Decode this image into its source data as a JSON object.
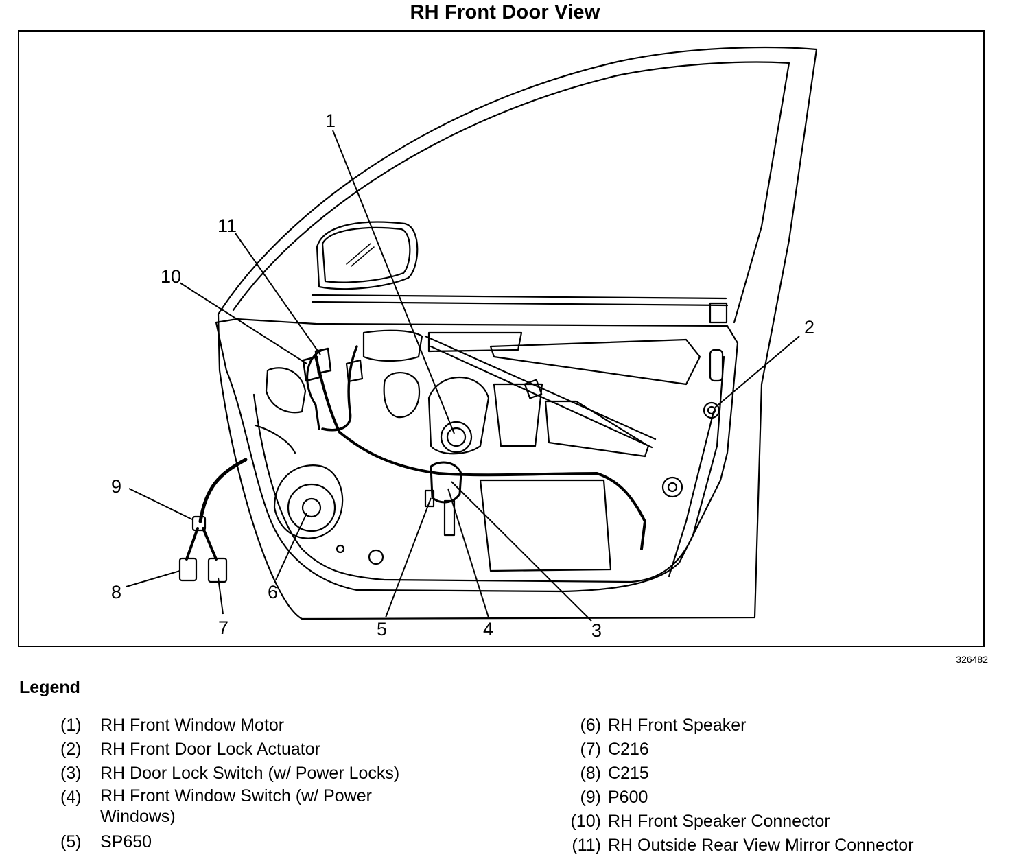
{
  "title": "RH Front Door View",
  "figure_id": "326482",
  "callouts": [
    "1",
    "2",
    "3",
    "4",
    "5",
    "6",
    "7",
    "8",
    "9",
    "10",
    "11"
  ],
  "legend": {
    "heading": "Legend",
    "left": [
      {
        "num": "(1)",
        "text": "RH Front Window Motor"
      },
      {
        "num": "(2)",
        "text": "RH Front Door Lock Actuator"
      },
      {
        "num": "(3)",
        "text": "RH Door Lock Switch (w/ Power Locks)"
      },
      {
        "num": "(4)",
        "text": "RH Front Window Switch (w/ Power Windows)"
      },
      {
        "num": "(5)",
        "text": "SP650"
      }
    ],
    "right": [
      {
        "num": "(6)",
        "text": "RH Front Speaker"
      },
      {
        "num": "(7)",
        "text": "C216"
      },
      {
        "num": "(8)",
        "text": "C215"
      },
      {
        "num": "(9)",
        "text": "P600"
      },
      {
        "num": "(10)",
        "text": "RH Front Speaker Connector"
      },
      {
        "num": "(11)",
        "text": "RH Outside Rear View Mirror Connector"
      }
    ]
  }
}
